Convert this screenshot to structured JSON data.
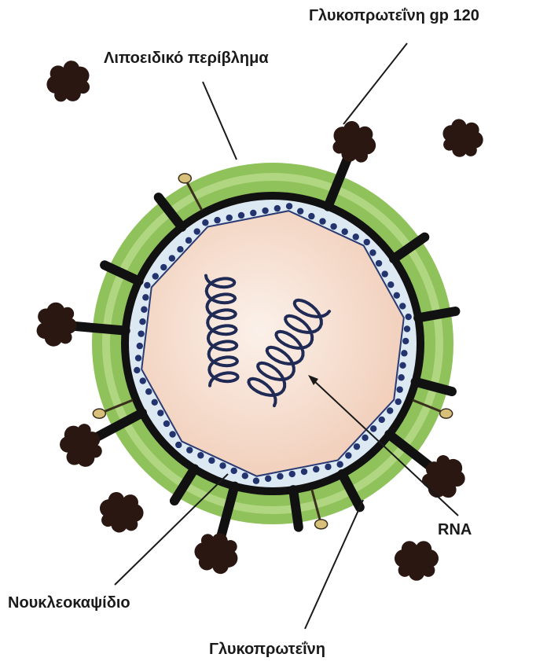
{
  "labels": {
    "gp120": "Γλυκοπρωτεΐνη gp 120",
    "lipid_envelope": "Λιποειδικό περίβλημα",
    "rna": "RNA",
    "nucleocapsid": "Νουκλεοκαψίδιο",
    "glycoprotein": "Γλυκοπρωτεΐνη"
  },
  "colors": {
    "envelope_green": "#8fc25a",
    "envelope_light": "#c6e29b",
    "membrane_black": "#111111",
    "capsid_blue": "#dce9f3",
    "capsid_dots": "#23336e",
    "core_peach": "#f6dccb",
    "rna_navy": "#1f2a55",
    "knob_brown": "#2a1712",
    "pin_tan": "#d8c07a"
  }
}
